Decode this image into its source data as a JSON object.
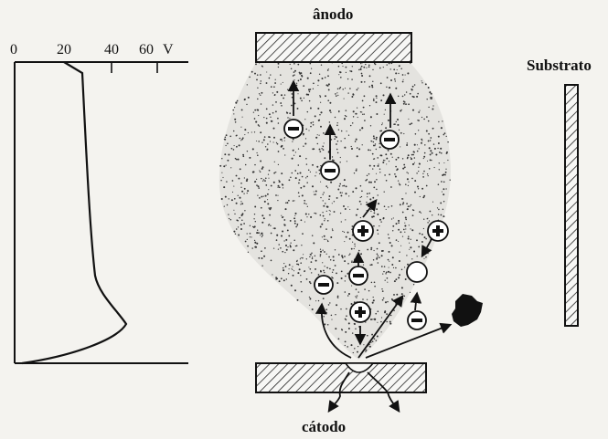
{
  "labels": {
    "anode": "ânodo",
    "cathode": "cátodo",
    "substrate": "Substrato"
  },
  "potential_axis": {
    "ticks": [
      "0",
      "20",
      "40",
      "60"
    ],
    "unit": "V"
  },
  "particles": {
    "electron_symbol": "−",
    "ion_symbol": "+"
  }
}
